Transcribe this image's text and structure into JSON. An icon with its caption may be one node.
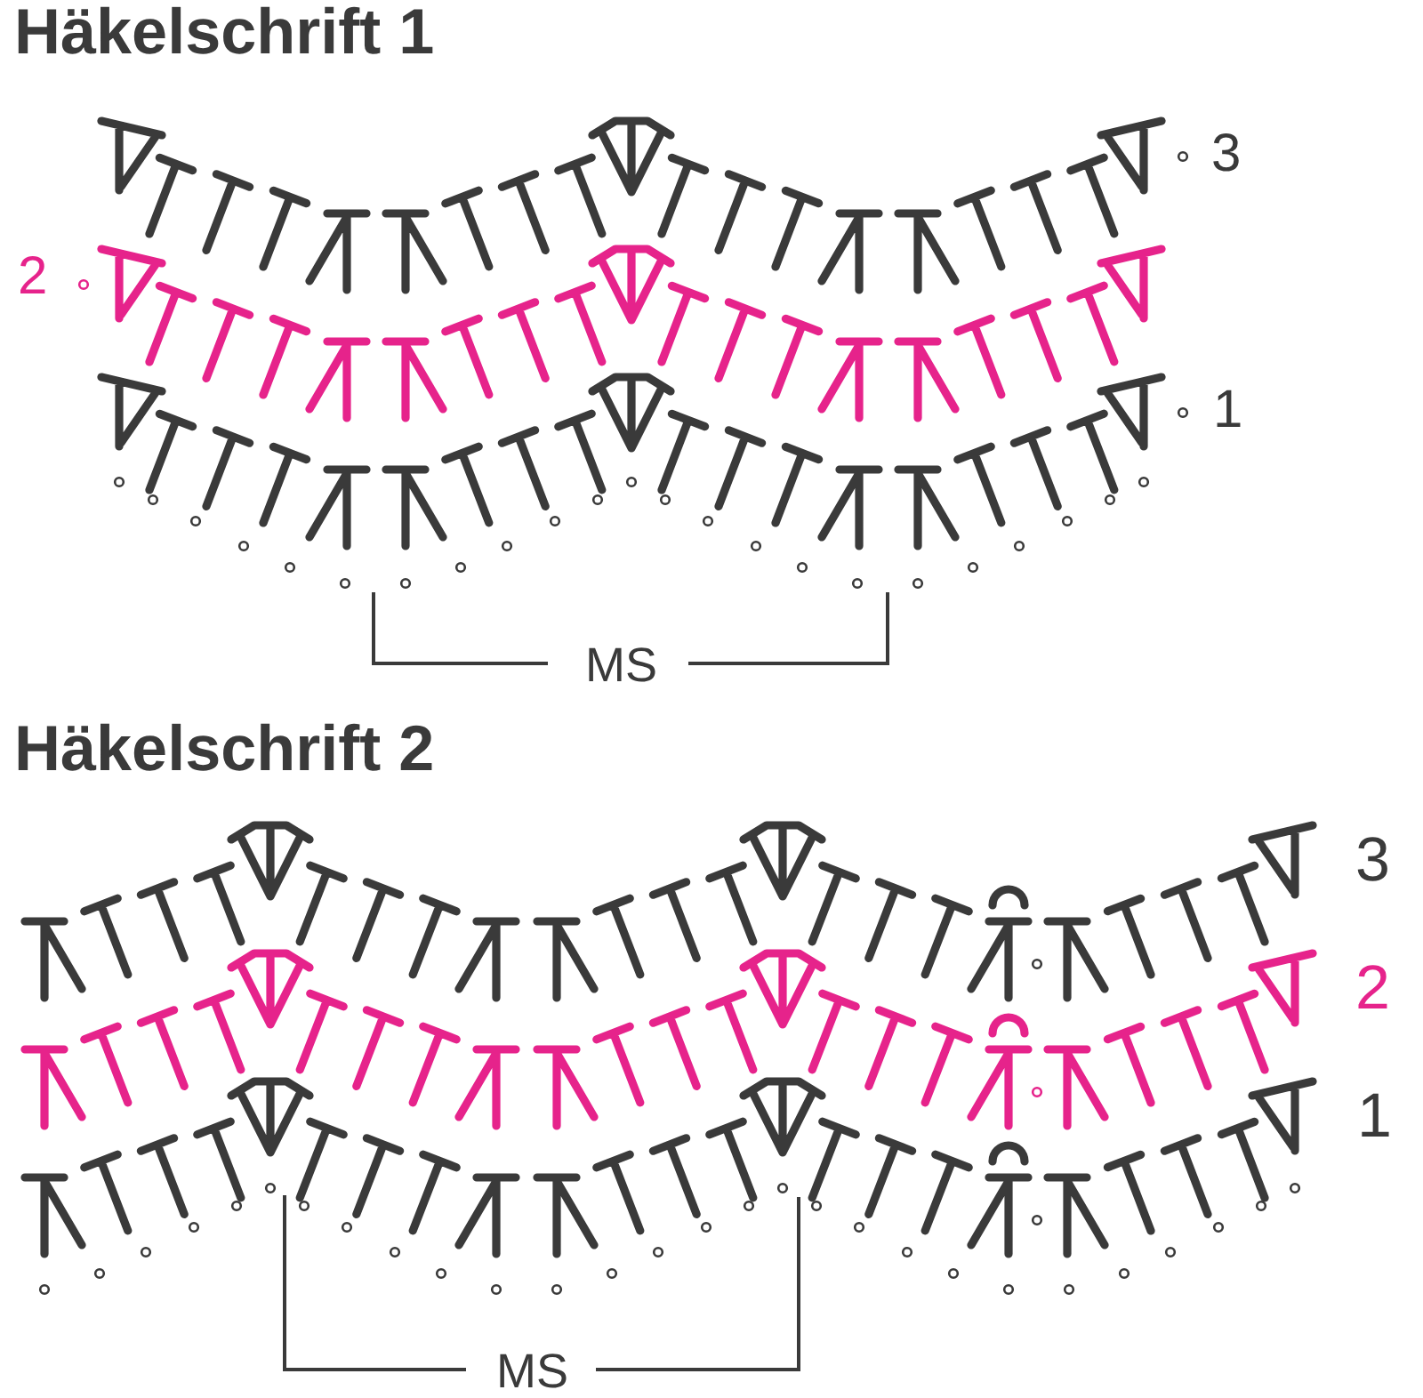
{
  "diagram": {
    "labels": [
      "Häkelschrift 1",
      "3",
      "2",
      "1",
      "MS",
      "Häkelschrift 2",
      "3",
      "2",
      "1",
      "MS"
    ]
  }
}
